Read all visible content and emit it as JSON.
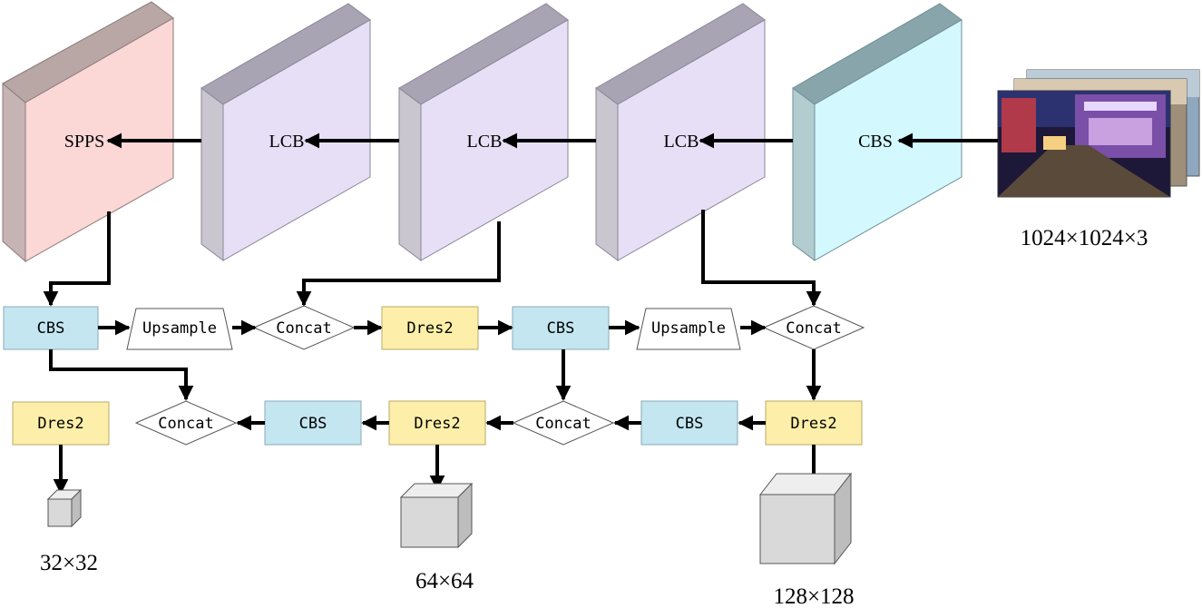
{
  "backbone": {
    "sppf": "SPPS",
    "lcb1": "LCB",
    "lcb2": "LCB",
    "lcb3": "LCB",
    "cbs": "CBS"
  },
  "input": {
    "size": "1024×1024×3"
  },
  "neck_row1": {
    "cbs_a": "CBS",
    "upsample_a": "Upsample",
    "concat_a": "Concat",
    "dres2_a": "Dres2",
    "cbs_b": "CBS",
    "upsample_b": "Upsample",
    "concat_b": "Concat"
  },
  "neck_row2": {
    "dres2_c": "Dres2",
    "concat_c": "Concat",
    "cbs_c": "CBS",
    "dres2_d": "Dres2",
    "concat_d": "Concat",
    "cbs_d": "CBS",
    "dres2_e": "Dres2"
  },
  "outputs": {
    "small": "32×32",
    "medium": "64×64",
    "large": "128×128"
  },
  "colors": {
    "block_pink": "#fbd7d6",
    "block_purple": "#e7dff6",
    "block_cyan": "#d3f8fd",
    "module_blue": "#c3e6f1",
    "module_yellow": "#fdefa9",
    "cube_gray": "#d9d9d9"
  }
}
